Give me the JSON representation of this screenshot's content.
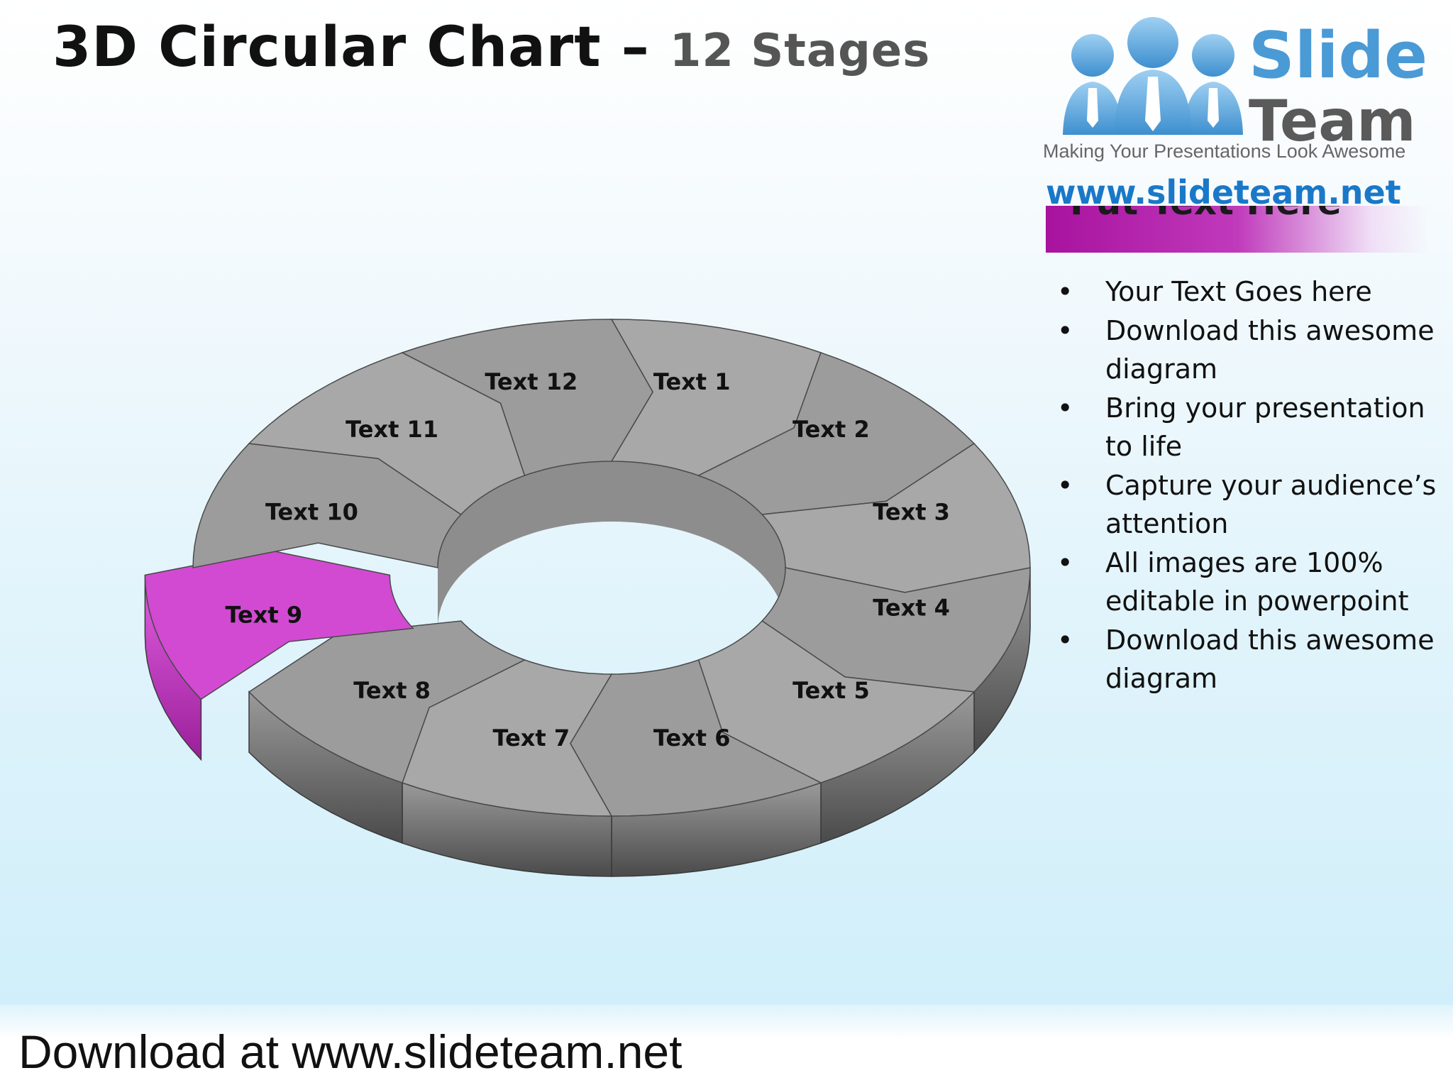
{
  "header": {
    "title": "3D Circular Chart –",
    "subtitle": "12 Stages"
  },
  "logo": {
    "brand_top": "Slide",
    "brand_bottom": "Team",
    "tagline": "Making Your Presentations Look Awesome",
    "url": "www.slideteam.net"
  },
  "panel": {
    "heading": "Put Text Here",
    "bullets": [
      "Your Text Goes here",
      "Download this awesome diagram",
      "Bring your presentation to life",
      "Capture your audience’s attention",
      "All images are 100% editable in powerpoint",
      "Download this awesome diagram"
    ]
  },
  "diagram": {
    "stages": [
      "Text 1",
      "Text 2",
      "Text 3",
      "Text 4",
      "Text 5",
      "Text 6",
      "Text 7",
      "Text 8",
      "Text 9",
      "Text 10",
      "Text 11",
      "Text 12"
    ],
    "highlighted_stage": "Text 9",
    "colors": {
      "segment": "#8e8e8e",
      "highlight": "#c433c4",
      "brand_blue": "#4a9ad6",
      "url_blue": "#1a78c8"
    }
  },
  "footer": {
    "text": "Download at www.slideteam.net"
  }
}
